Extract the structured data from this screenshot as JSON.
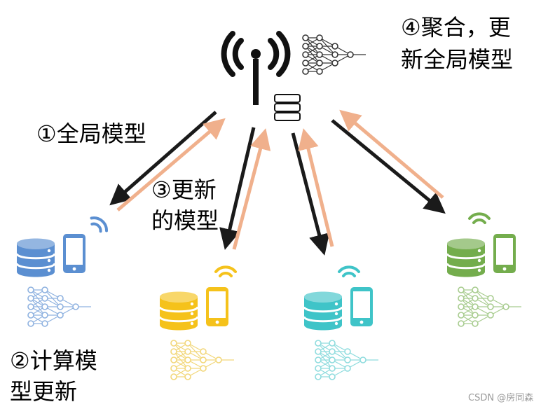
{
  "labels": {
    "step4_line1": "④聚合，更",
    "step4_line2": "新全局模型",
    "step1": "①全局模型",
    "step3_line1": "③更新",
    "step3_line2": "的模型",
    "step2_line1": "②计算模",
    "step2_line2": "型更新"
  },
  "watermark": "CSDN @房同森",
  "colors": {
    "down_arrow": "#1a1a1a",
    "up_arrow": "#f0b08c",
    "client_1": "#5b8fd1",
    "client_2": "#f5c21b",
    "client_3": "#3fc4c8",
    "client_4": "#74ad4d"
  },
  "icons": {
    "server": "antenna-tower-icon",
    "client_database": "database-icon",
    "client_phone": "smartphone-icon",
    "client_wifi": "wifi-icon",
    "model": "neural-network-icon"
  }
}
